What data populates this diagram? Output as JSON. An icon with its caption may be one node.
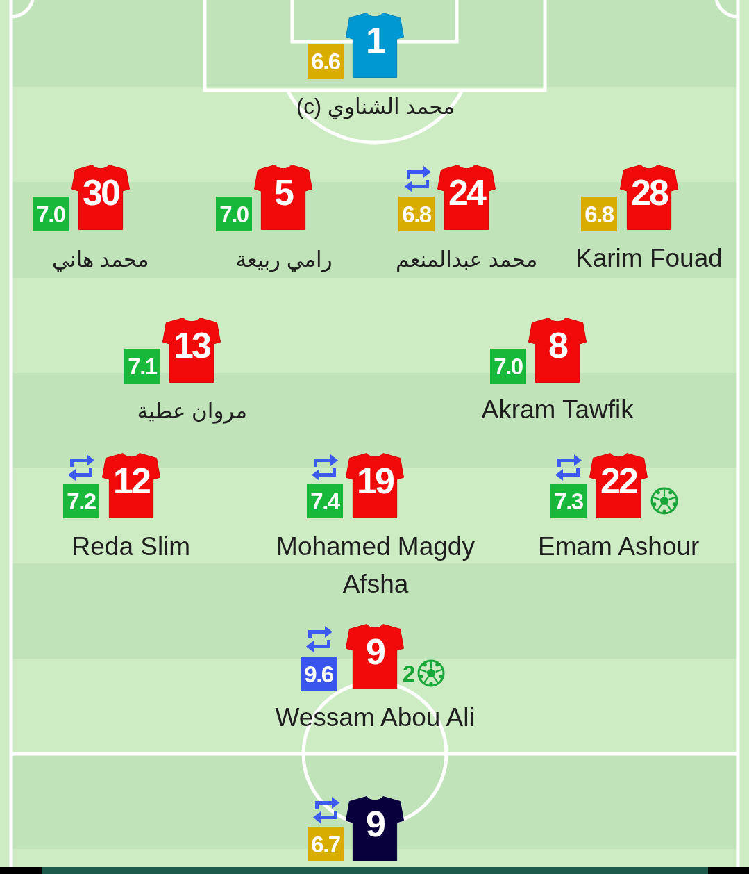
{
  "diagram": {
    "nodes": [
      {
        "text": [
          "1"
        ],
        "beside": [
          "6.6",
          "محمد الشناوي (c)"
        ]
      },
      {
        "text": [
          "30"
        ],
        "beside": [
          "7.0",
          "محمد هاني"
        ]
      },
      {
        "text": [
          "5"
        ],
        "beside": [
          "7.0",
          "رامي ربيعة"
        ]
      },
      {
        "text": [
          "24"
        ],
        "beside": [
          "6.8",
          "محمد عبدالمنعم"
        ]
      },
      {
        "text": [
          "28"
        ],
        "beside": [
          "6.8",
          "Karim Fouad"
        ]
      },
      {
        "text": [
          "13"
        ],
        "beside": [
          "7.1",
          "مروان عطية"
        ]
      },
      {
        "text": [
          "8"
        ],
        "beside": [
          "7.0",
          "Akram Tawfik"
        ]
      },
      {
        "text": [
          "12"
        ],
        "beside": [
          "7.2",
          "Reda Slim"
        ]
      },
      {
        "text": [
          "19"
        ],
        "beside": [
          "7.4",
          "Mohamed Magdy Afsha"
        ]
      },
      {
        "text": [
          "22"
        ],
        "beside": [
          "7.3",
          "Emam Ashour"
        ]
      },
      {
        "text": [
          "9"
        ],
        "beside": [
          "9.6",
          "2",
          "Wessam Abou Ali"
        ]
      },
      {
        "text": [
          "9"
        ],
        "beside": [
          "6.7"
        ]
      }
    ]
  }
}
